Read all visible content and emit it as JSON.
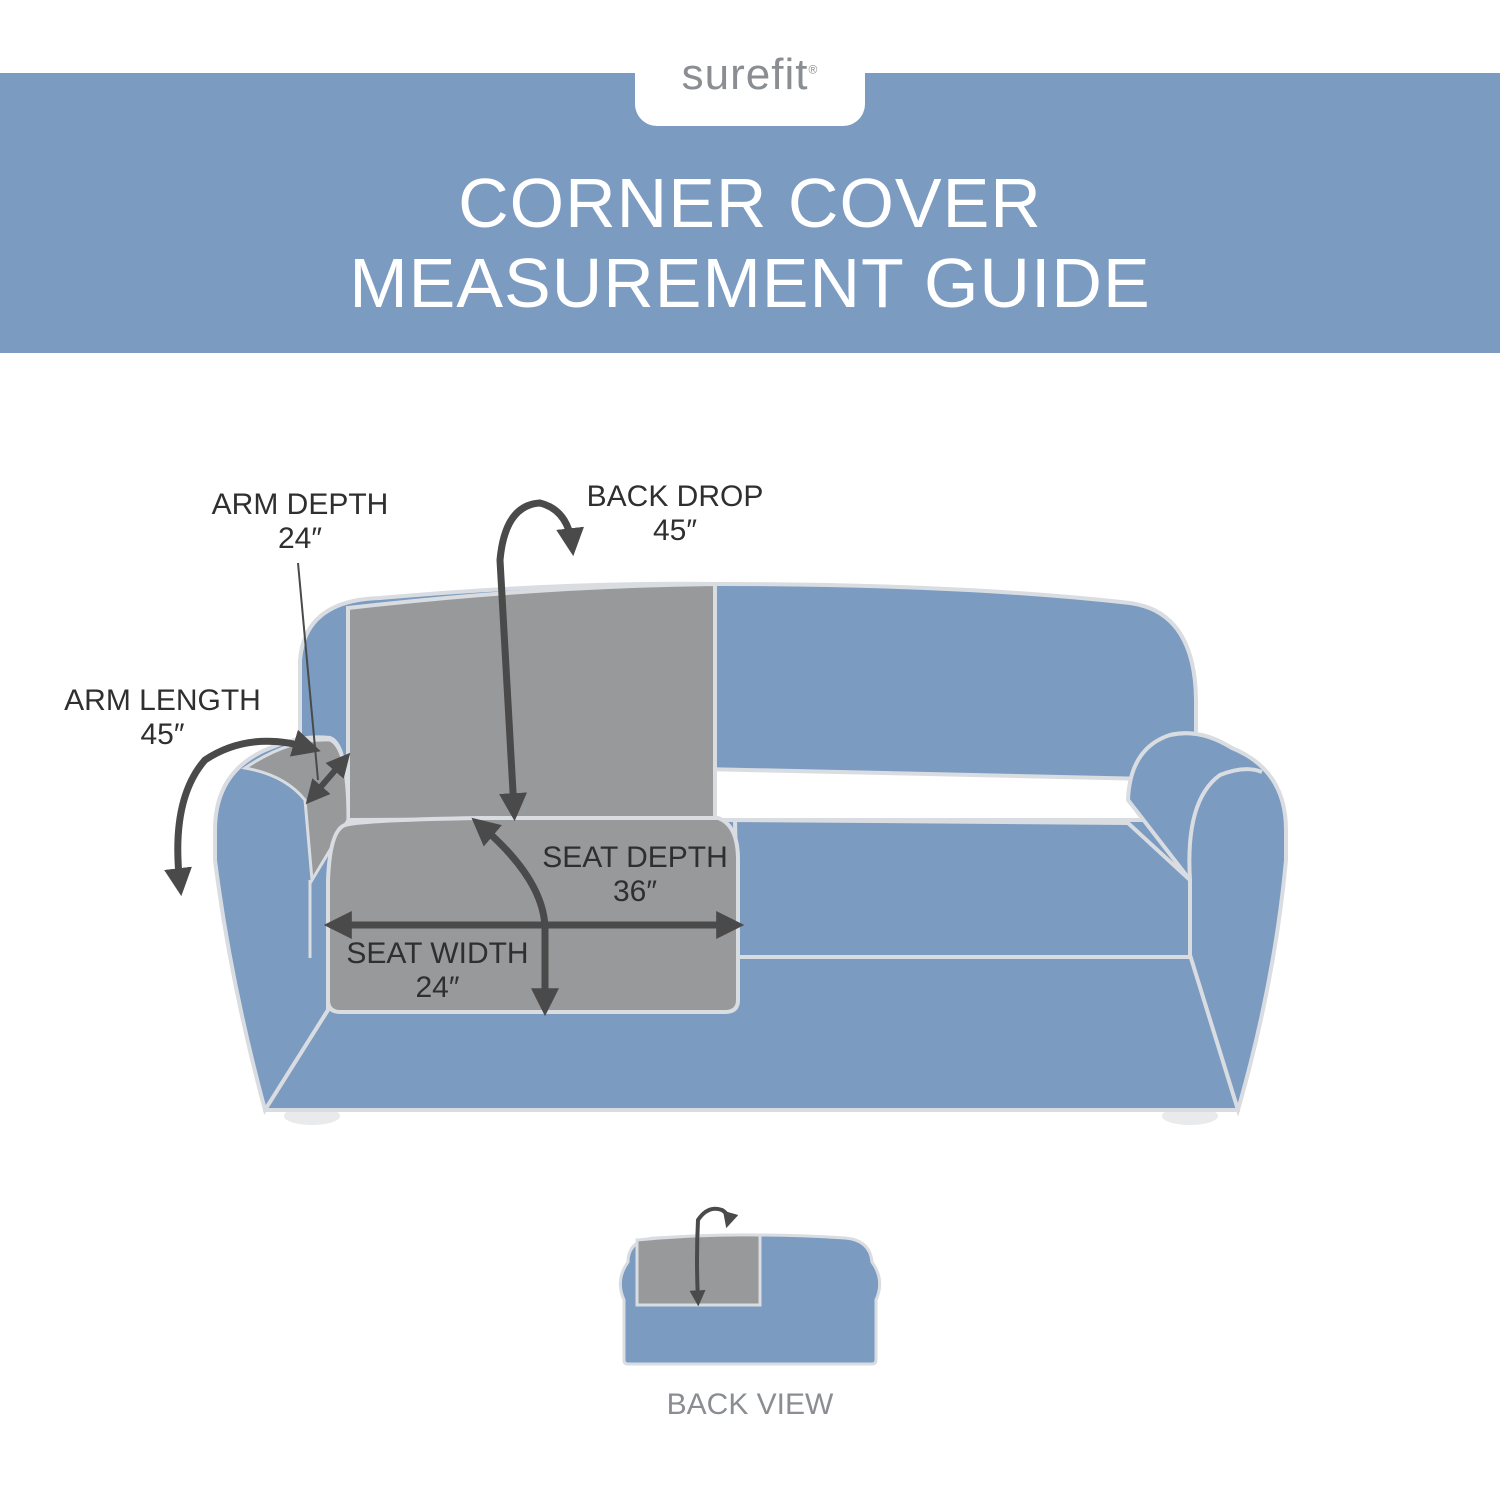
{
  "brand": {
    "logo_text": "surefit",
    "registered_mark": "®"
  },
  "header": {
    "title_line1": "CORNER COVER",
    "title_line2": "MEASUREMENT GUIDE"
  },
  "measurements": {
    "arm_depth": {
      "label": "ARM DEPTH",
      "value": "24″"
    },
    "back_drop": {
      "label": "BACK DROP",
      "value": "45″"
    },
    "arm_length": {
      "label": "ARM LENGTH",
      "value": "45″"
    },
    "seat_depth": {
      "label": "SEAT DEPTH",
      "value": "36″"
    },
    "seat_width": {
      "label": "SEAT WIDTH",
      "value": "24″"
    }
  },
  "back_view": {
    "label": "BACK VIEW"
  },
  "colors": {
    "banner": "#7b9bc1",
    "sofa_body": "#7b9bc1",
    "cover_gray": "#98999b",
    "outline": "#d9dde2",
    "arrow": "#4a4a4a"
  },
  "icons": {
    "arrows": "curved-and-straight-measurement-arrows"
  }
}
